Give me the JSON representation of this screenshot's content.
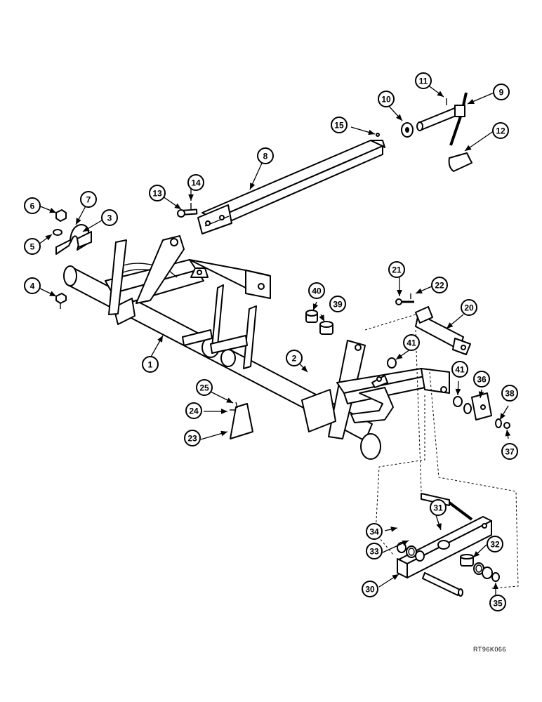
{
  "diagram": {
    "reference_code": "RT96K066",
    "callouts": [
      "1",
      "2",
      "3",
      "4",
      "5",
      "6",
      "7",
      "8",
      "9",
      "10",
      "11",
      "12",
      "13",
      "14",
      "15",
      "20",
      "21",
      "22",
      "23",
      "24",
      "25",
      "30",
      "31",
      "32",
      "33",
      "34",
      "35",
      "36",
      "37",
      "38",
      "39",
      "40",
      "41",
      "41"
    ]
  }
}
